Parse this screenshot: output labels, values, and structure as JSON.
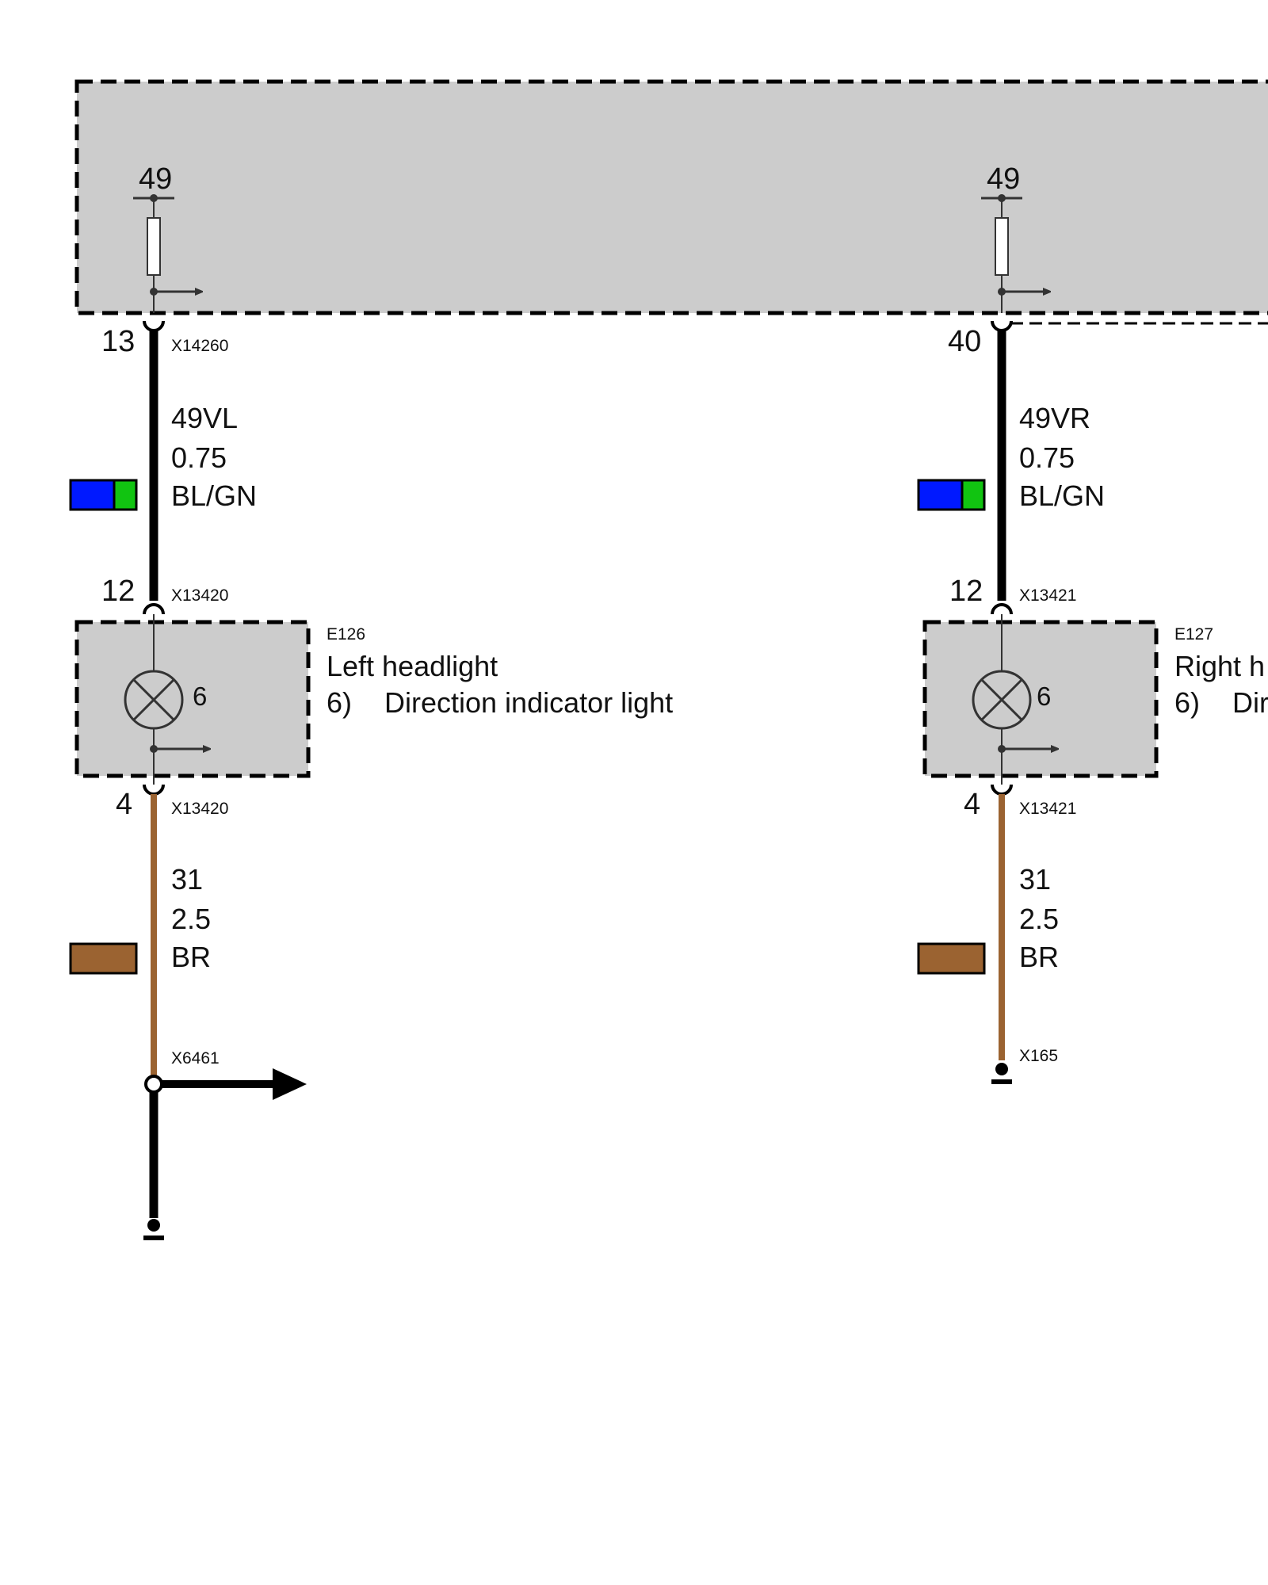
{
  "colors": {
    "module_fill": "#cccccc",
    "black_wire": "#000000",
    "brown_wire": "#9b6331",
    "swatch_blue": "#0019ff",
    "swatch_green": "#11c411",
    "swatch_brown": "#9b6331"
  },
  "module": {
    "left_branch_pin_top": "49",
    "right_branch_pin_top": "49"
  },
  "left": {
    "top_pin": "13",
    "top_connector": "X14260",
    "wire1": {
      "signal": "49VL",
      "gauge": "0.75",
      "color_code": "BL/GN"
    },
    "lamp_pin_top": "12",
    "lamp_connector_top": "X13420",
    "component_id": "E126",
    "component_name": "Left headlight",
    "function_no": "6)",
    "function_name": "Direction indicator light",
    "lamp_number": "6",
    "lamp_pin_bottom": "4",
    "lamp_connector_bottom": "X13420",
    "wire2": {
      "signal": "31",
      "gauge": "2.5",
      "color_code": "BR"
    },
    "splice": "X6461"
  },
  "right": {
    "top_pin": "40",
    "top_connector": "",
    "wire1": {
      "signal": "49VR",
      "gauge": "0.75",
      "color_code": "BL/GN"
    },
    "lamp_pin_top": "12",
    "lamp_connector_top": "X13421",
    "component_id": "E127",
    "component_name": "Right h",
    "function_no": "6)",
    "function_name": "Dir",
    "lamp_number": "6",
    "lamp_pin_bottom": "4",
    "lamp_connector_bottom": "X13421",
    "wire2": {
      "signal": "31",
      "gauge": "2.5",
      "color_code": "BR"
    },
    "ground": "X165"
  }
}
